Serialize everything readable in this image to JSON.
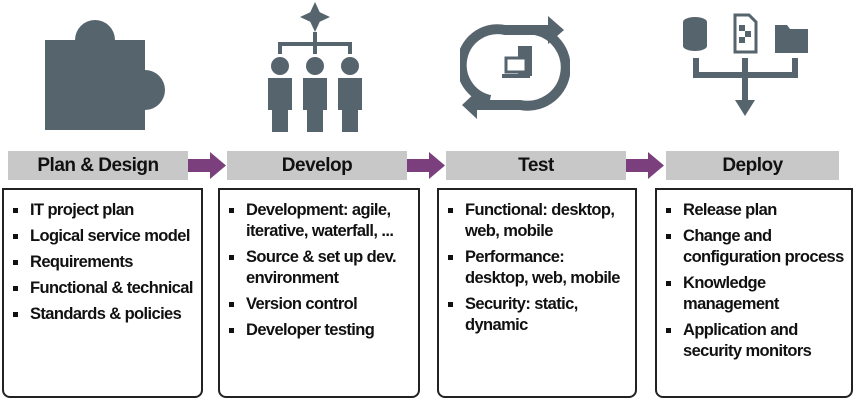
{
  "colors": {
    "icon": "#56646e",
    "header": "#c8c8c8",
    "arrow": "#7b3f7e"
  },
  "stages": [
    {
      "title": "Plan & Design",
      "icon": "puzzle-icon",
      "items": [
        "IT project plan",
        "Logical service model",
        "Requirements",
        "Functional & technical",
        "Standards & policies"
      ]
    },
    {
      "title": "Develop",
      "icon": "team-hierarchy-icon",
      "items": [
        "Development: agile, iterative, waterfall, ...",
        "Source & set up dev. environment",
        "Version control",
        "Developer testing"
      ]
    },
    {
      "title": "Test",
      "icon": "test-cycle-icon",
      "items": [
        "Functional: desktop, web, mobile",
        "Performance: desktop, web, mobile",
        "Security: static, dynamic"
      ]
    },
    {
      "title": "Deploy",
      "icon": "deploy-distribution-icon",
      "items": [
        "Release plan",
        "Change and configuration process",
        "Knowledge management",
        "Application and security monitors"
      ]
    }
  ]
}
